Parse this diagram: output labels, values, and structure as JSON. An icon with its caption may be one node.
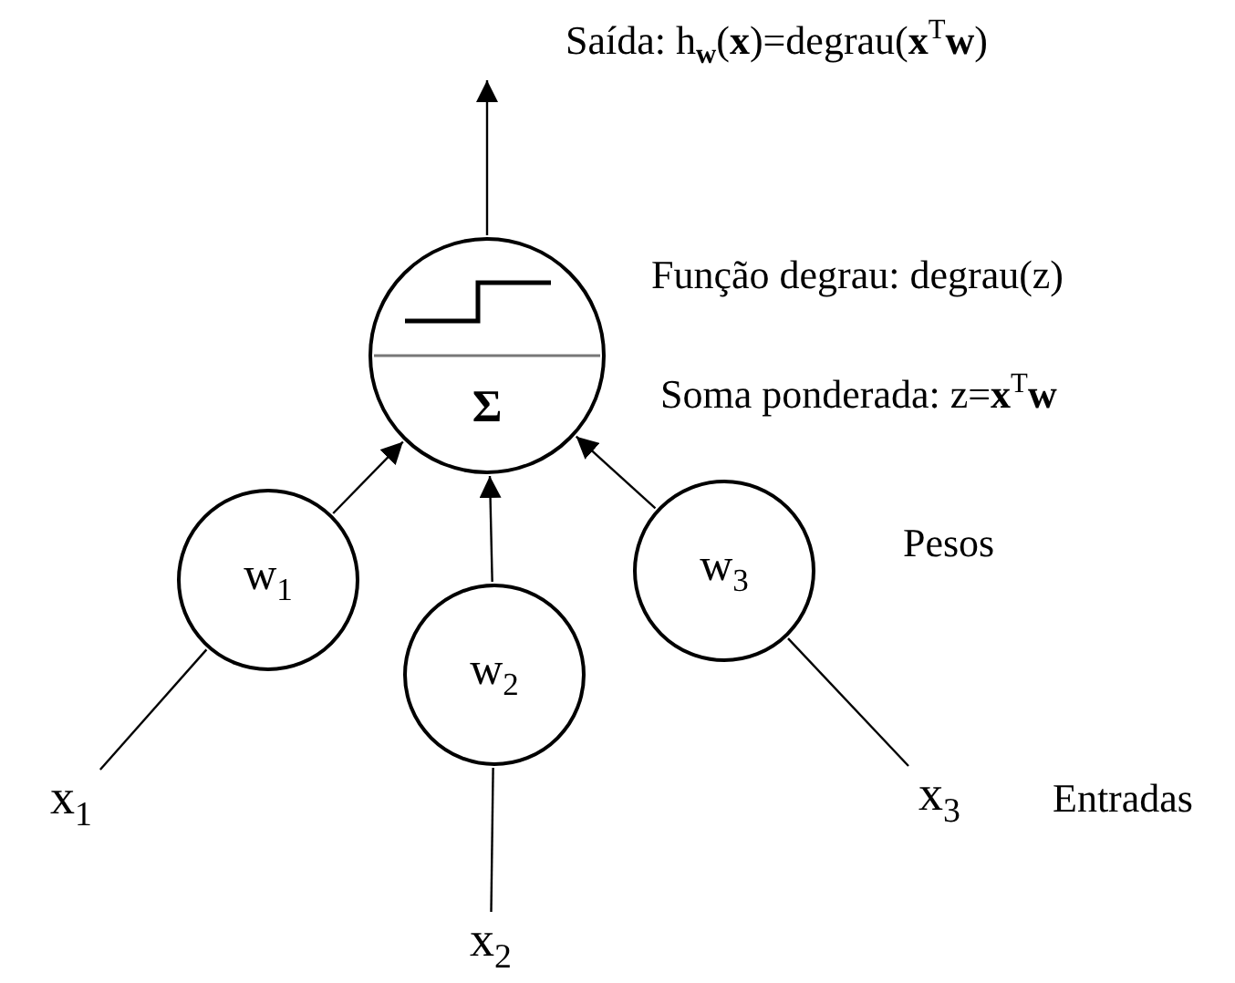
{
  "diagram": {
    "nodes": [
      {
        "text": [
          "Σ"
        ]
      },
      {
        "text": [
          "w$_{1}$"
        ]
      },
      {
        "text": [
          "w$_{2}$"
        ]
      },
      {
        "text": [
          "w$_{3}$"
        ]
      },
      {
        "text": [
          "x$_{1}$"
        ]
      },
      {
        "text": [
          "x$_{2}$"
        ]
      },
      {
        "text": [
          "x$_{3}$"
        ]
      }
    ],
    "edges": [
      {
        "from": 0,
        "to": null,
        "arrow": "to"
      },
      {
        "from": 1,
        "to": 0,
        "arrow": "to"
      },
      {
        "from": 2,
        "to": 0,
        "arrow": "to"
      },
      {
        "from": 3,
        "to": 0,
        "arrow": "to"
      },
      {
        "from": 4,
        "to": 1,
        "arrow": "none"
      },
      {
        "from": 5,
        "to": 2,
        "arrow": "none"
      },
      {
        "from": 6,
        "to": 3,
        "arrow": "none"
      }
    ],
    "labels": [
      "Saída: h$_{w}$(**x**)=degrau(**x**$^{T}$**w**)",
      "Função degrau: degrau(z)",
      "Soma ponderada: z=**x**$^{T}$**w**",
      "Pesos",
      "Entradas"
    ]
  }
}
